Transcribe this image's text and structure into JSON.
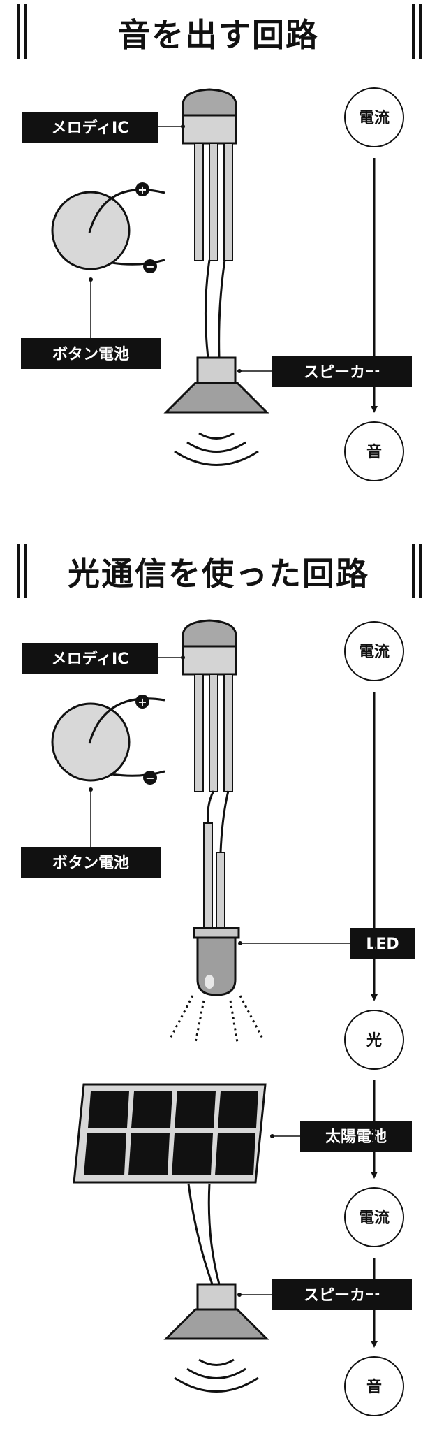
{
  "sections": [
    {
      "title": "音を出す回路",
      "labels": {
        "melody_ic": "メロディIC",
        "button_battery": "ボタン電池",
        "speaker": "スピーカー"
      },
      "flow": [
        "電流",
        "音"
      ],
      "signs": {
        "plus": "+",
        "minus": "−"
      }
    },
    {
      "title": "光通信を使った回路",
      "labels": {
        "melody_ic": "メロディIC",
        "button_battery": "ボタン電池",
        "led": "LED",
        "solar_battery": "太陽電池",
        "speaker": "スピーカー"
      },
      "flow": [
        "電流",
        "光",
        "電流",
        "音"
      ],
      "signs": {
        "plus": "+",
        "minus": "−"
      }
    }
  ]
}
